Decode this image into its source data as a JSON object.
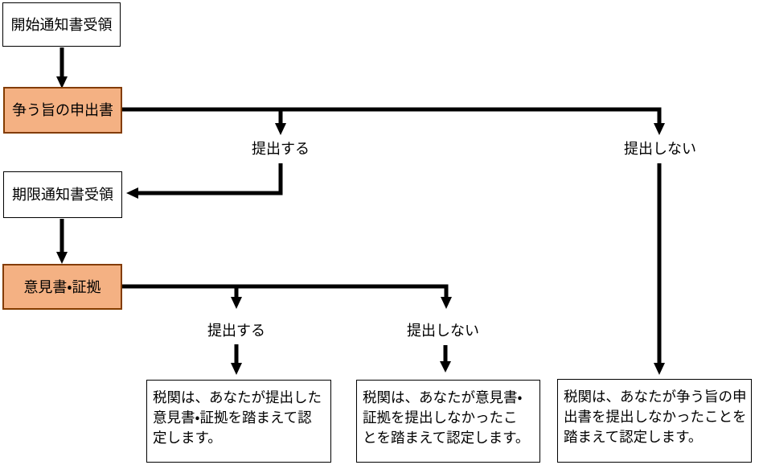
{
  "diagram": {
    "nodes": {
      "start": "開始通知書受領",
      "dispute": "争う旨の申出書",
      "deadline": "期限通知書受領",
      "opinion": "意見書・証拠",
      "result_submit": "税関は、あなたが提出した\n意見書・証拠を踏まえて認\n定します。",
      "result_not_submit": "税関は、あなたが意見書・\n証拠を提出しなかったこ\nとを踏まえて認定します。",
      "result_no_dispute": "税関は、あなたが争う旨の申\n出書を提出しなかったことを\n踏まえて認定します。"
    },
    "edge_labels": {
      "submit_top": "提出する",
      "not_submit_top": "提出しない",
      "submit_mid": "提出する",
      "not_submit_mid": "提出しない"
    },
    "colors": {
      "highlight_fill": "#F4B183",
      "highlight_border": "#833C00",
      "box_border": "#000000",
      "arrow": "#000000",
      "text": "#000000",
      "background": "#FFFFFF"
    }
  }
}
